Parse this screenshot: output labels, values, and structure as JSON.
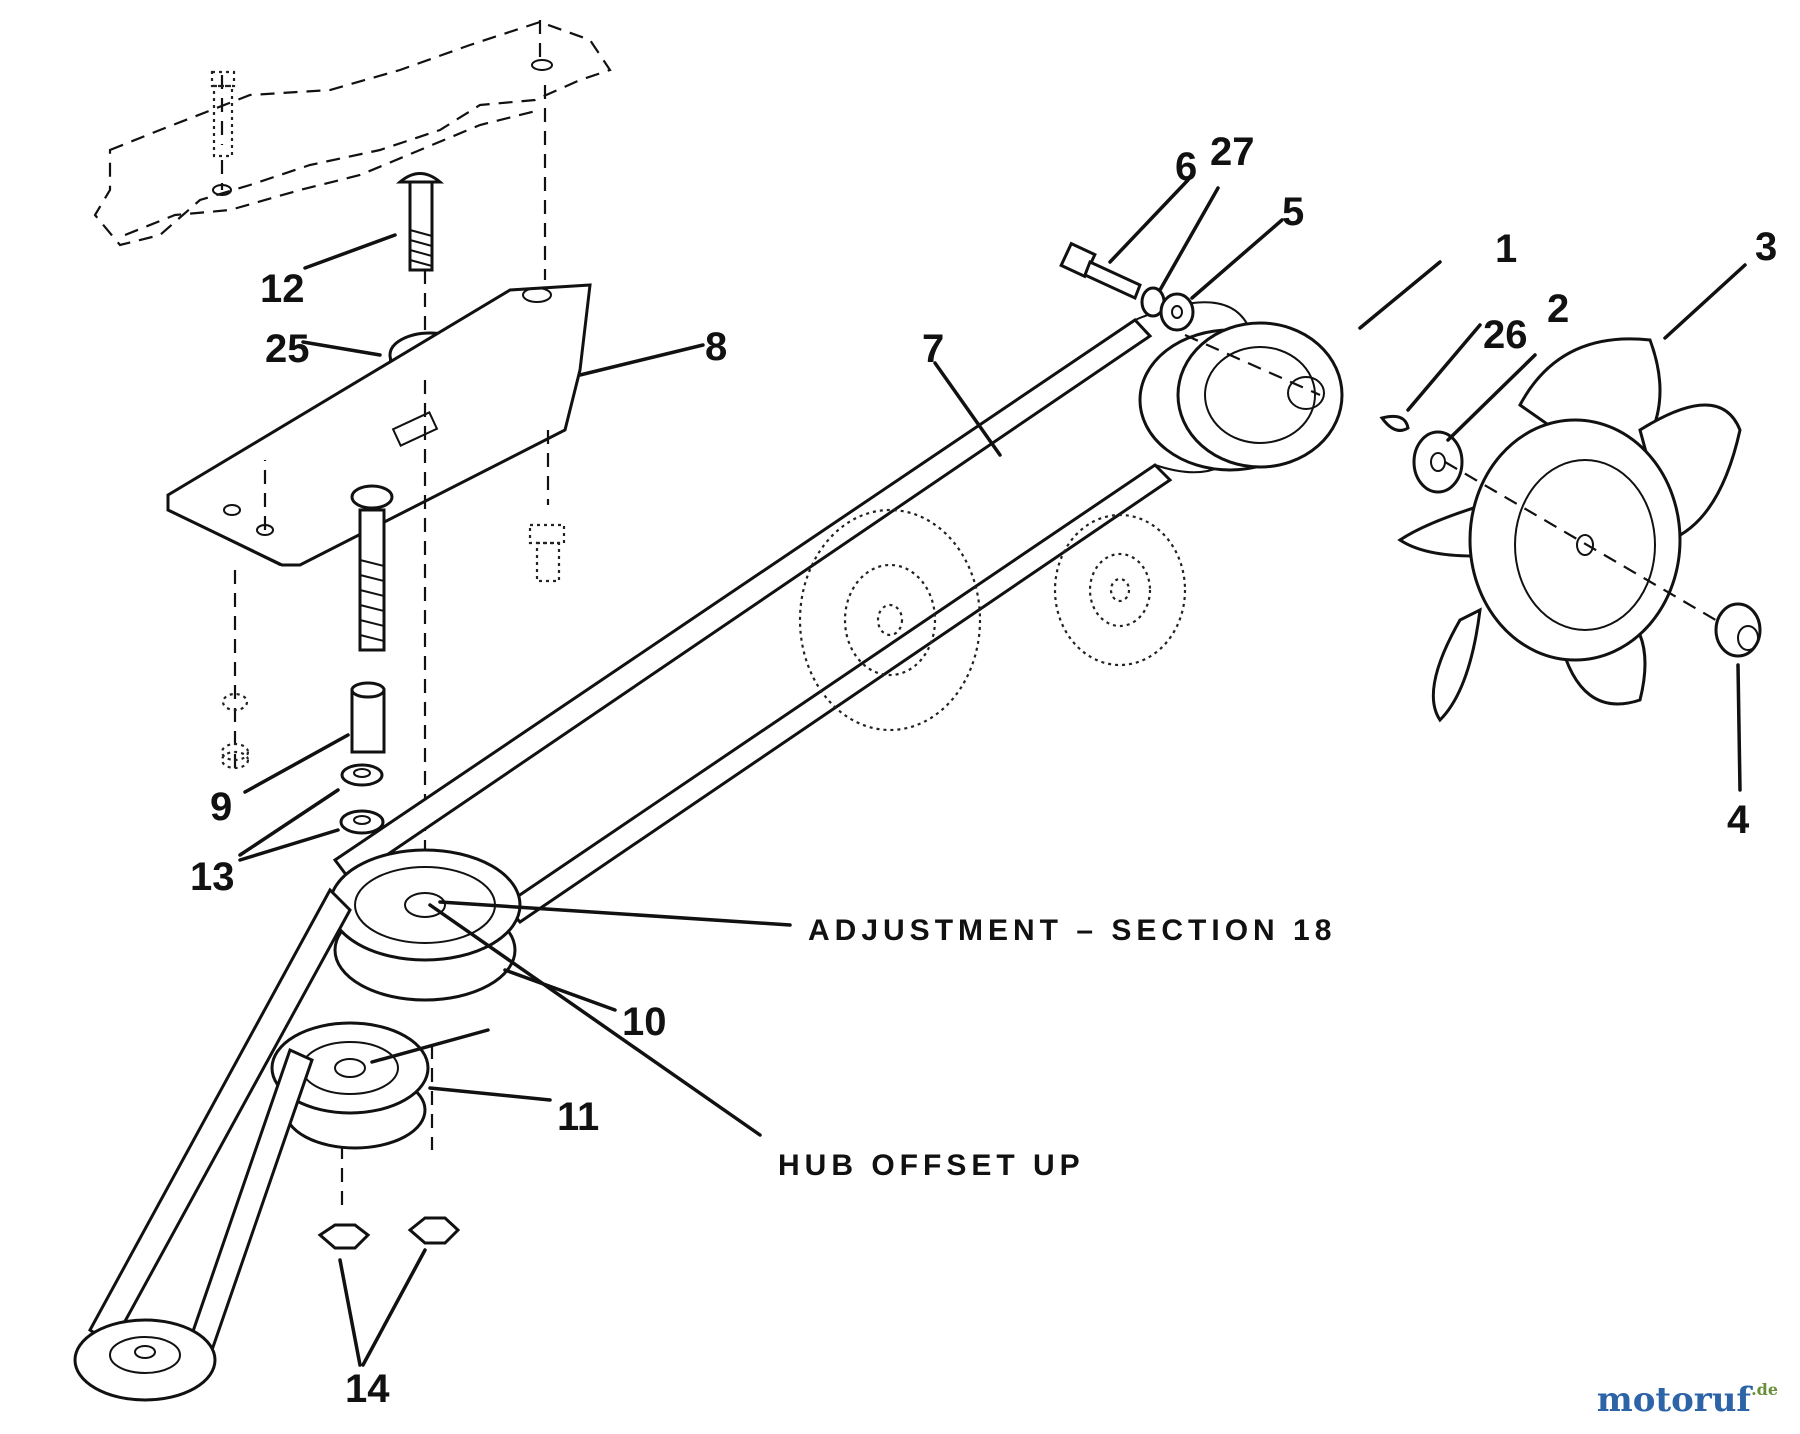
{
  "callouts": {
    "c1": "1",
    "c2": "2",
    "c3": "3",
    "c4": "4",
    "c5": "5",
    "c6": "6",
    "c7": "7",
    "c8": "8",
    "c9": "9",
    "c10": "10",
    "c11": "11",
    "c12": "12",
    "c13": "13",
    "c14": "14",
    "c25": "25",
    "c26": "26",
    "c27": "27"
  },
  "notes": {
    "adjustment": "ADJUSTMENT – SECTION 18",
    "hub_offset": "HUB OFFSET UP"
  },
  "watermark": {
    "main": "motoruf",
    "suffix": ".de"
  },
  "colors": {
    "line": "#111111",
    "background": "#ffffff",
    "wm_blue": "#2d64a8",
    "wm_orange": "#c9822a"
  }
}
